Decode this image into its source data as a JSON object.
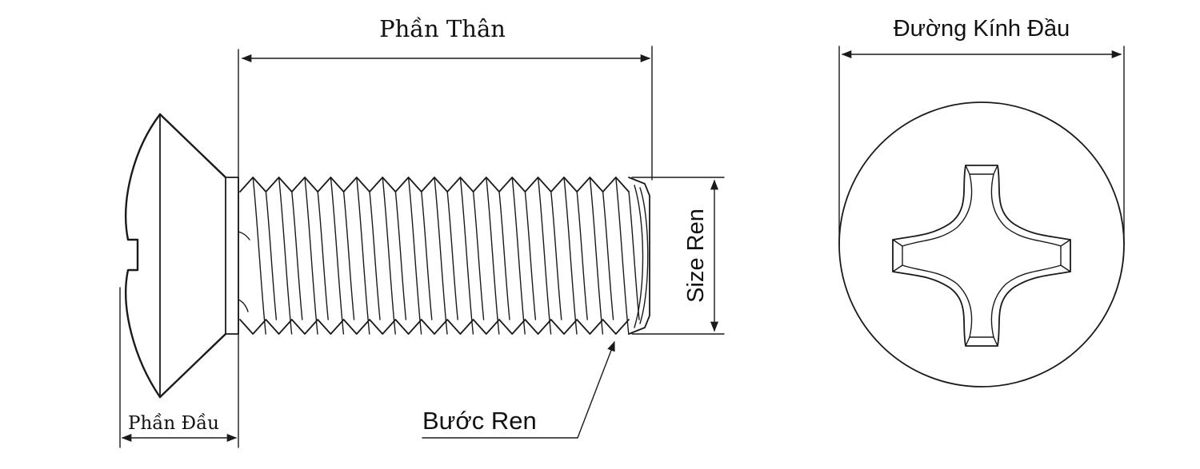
{
  "labels": {
    "body_length": "Phần Thân",
    "head_length": "Phần Đầu",
    "thread_size": "Size Ren",
    "thread_pitch": "Bước Ren",
    "head_diameter": "Đường Kính Đầu"
  },
  "icons": {
    "screw_side": "oval-head-screw-side-view",
    "screw_top": "phillips-cross-recess-top-view"
  },
  "colors": {
    "line": "#1a1a1a",
    "background": "#ffffff"
  }
}
